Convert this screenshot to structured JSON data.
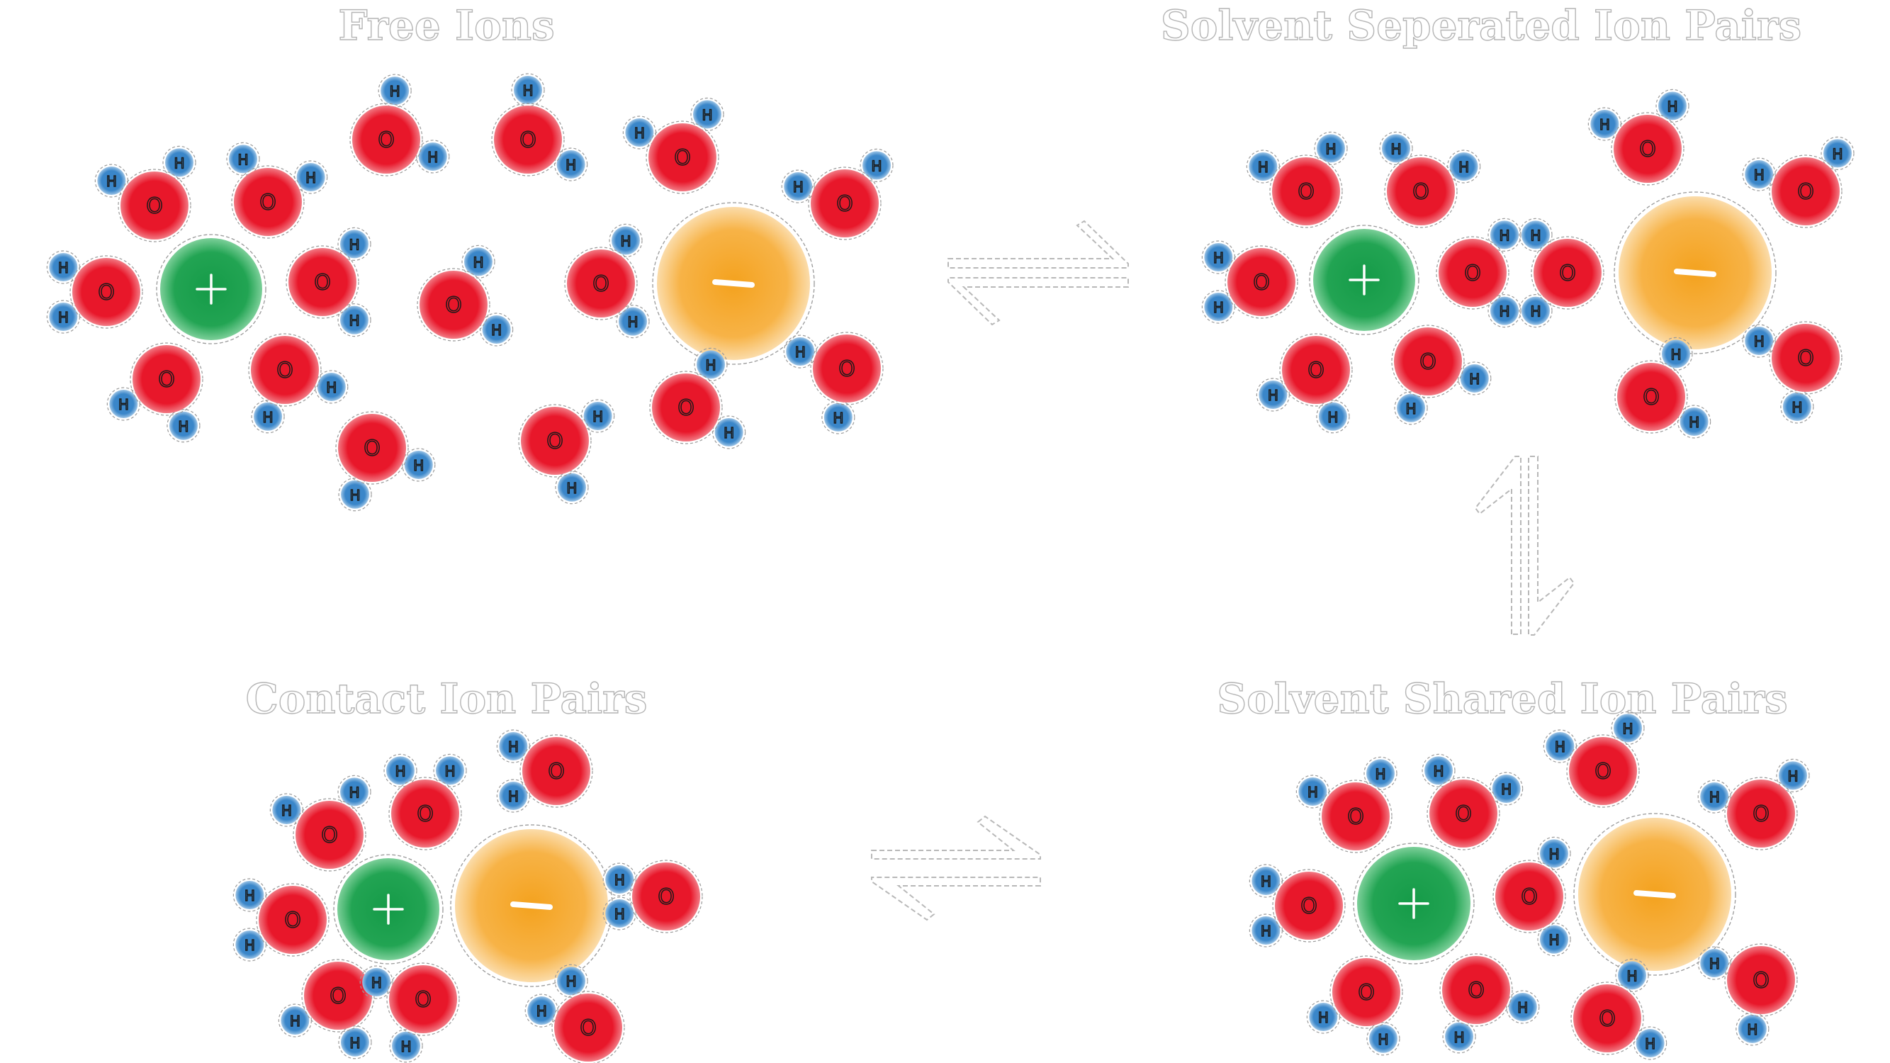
{
  "diagram": {
    "panels": [
      {
        "id": "free-ions",
        "title": "Free Ions"
      },
      {
        "id": "solvent-separated",
        "title": "Solvent Seperated Ion Pairs"
      },
      {
        "id": "contact",
        "title": "Contact Ion Pairs"
      },
      {
        "id": "solvent-shared",
        "title": "Solvent Shared Ion Pairs"
      }
    ],
    "atom_labels": {
      "oxygen": "O",
      "hydrogen": "H"
    },
    "ion_signs": {
      "cation": "+",
      "anion": "–"
    },
    "colors": {
      "cation": "#1fa24a",
      "anion": "#f5a623",
      "oxygen": "#e02626",
      "hydrogen": "#3f87c8",
      "title_outline": "#b5b5b5",
      "arrow_outline": "#b8b8b8"
    },
    "equilibria": [
      {
        "from": "free-ions",
        "to": "solvent-separated"
      },
      {
        "from": "solvent-separated",
        "to": "solvent-shared"
      },
      {
        "from": "contact",
        "to": "solvent-shared"
      }
    ]
  }
}
